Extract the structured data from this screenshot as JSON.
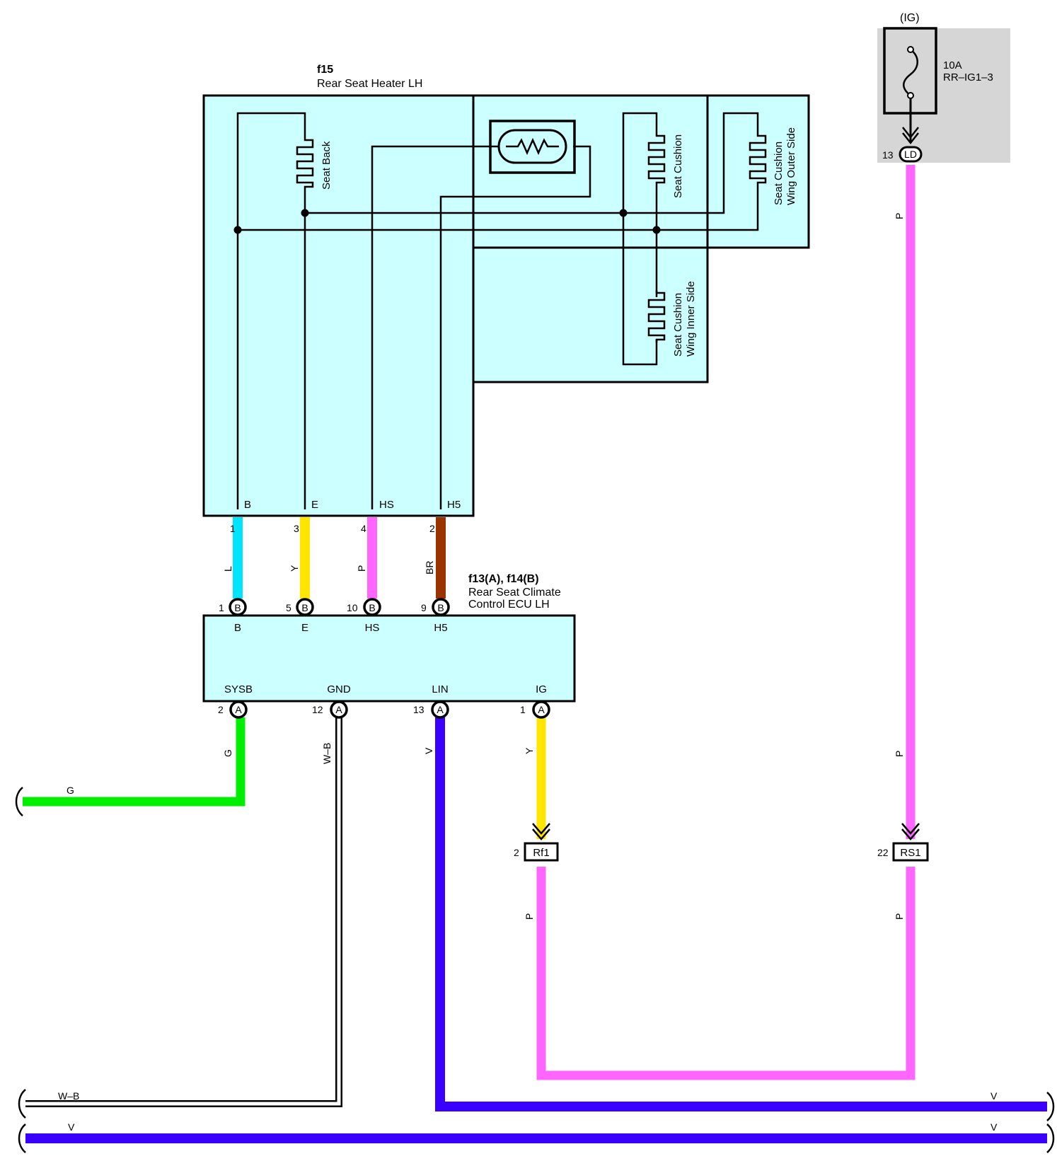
{
  "colors": {
    "L": "#00e5ff",
    "Y": "#ffe600",
    "P": "#ff66ff",
    "BR": "#993300",
    "G": "#00ee00",
    "V": "#3a00ff",
    "W-B": "#000000",
    "component_fill": "#ccffff",
    "fuse_box_fill": "#d6d6d6"
  },
  "heater": {
    "id": "f15",
    "name": "Rear Seat Heater LH",
    "elements": {
      "seat_back": "Seat Back",
      "seat_cushion": "Seat Cushion",
      "wing_outer_1": "Seat Cushion",
      "wing_outer_2": "Wing Outer Side",
      "wing_inner_1": "Seat Cushion",
      "wing_inner_2": "Wing Inner Side"
    },
    "pins": [
      {
        "label": "B",
        "num": "1",
        "wire": "L"
      },
      {
        "label": "E",
        "num": "3",
        "wire": "Y"
      },
      {
        "label": "HS",
        "num": "4",
        "wire": "P"
      },
      {
        "label": "H5",
        "num": "2",
        "wire": "BR"
      }
    ]
  },
  "ecu": {
    "id": "f13(A), f14(B)",
    "name_line1": "Rear Seat Climate",
    "name_line2": "Control ECU LH",
    "top_pins": [
      {
        "num": "1",
        "conn": "B",
        "label": "B"
      },
      {
        "num": "5",
        "conn": "B",
        "label": "E"
      },
      {
        "num": "10",
        "conn": "B",
        "label": "HS"
      },
      {
        "num": "9",
        "conn": "B",
        "label": "H5"
      }
    ],
    "bottom_pins": [
      {
        "num": "2",
        "conn": "A",
        "label": "SYSB",
        "wire": "G"
      },
      {
        "num": "12",
        "conn": "A",
        "label": "GND",
        "wire": "W–B"
      },
      {
        "num": "13",
        "conn": "A",
        "label": "LIN",
        "wire": "V"
      },
      {
        "num": "1",
        "conn": "A",
        "label": "IG",
        "wire": "Y"
      }
    ]
  },
  "fuse": {
    "supply": "(IG)",
    "rating": "10A",
    "name": "RR–IG1–3",
    "connector": "LD",
    "pin": "13",
    "wire_top": "P",
    "wire_bottom": "P"
  },
  "junctions": [
    {
      "id": "Rf1",
      "pin": "2",
      "wire_out": "P"
    },
    {
      "id": "RS1",
      "pin": "22",
      "wire_out": "P"
    }
  ],
  "bus_labels": {
    "g_left": "G",
    "wb_left": "W–B",
    "v_left": "V",
    "v_right_upper": "V",
    "v_right_lower": "V"
  }
}
